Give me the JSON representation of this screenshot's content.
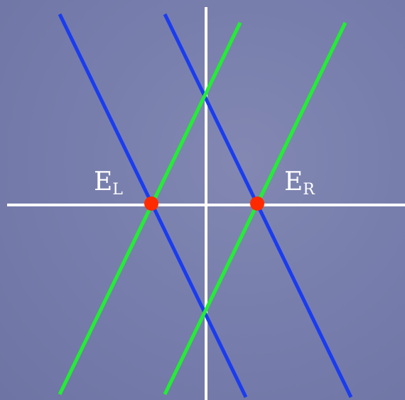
{
  "labels": {
    "left": {
      "main": "E",
      "sub": "L"
    },
    "right": {
      "main": "E",
      "sub": "R"
    }
  },
  "colors": {
    "background": "#767cab",
    "axes": "#ffffff",
    "blue_lines": "#1a3cf0",
    "green_lines": "#22ee33",
    "points": "#ff2a00"
  }
}
